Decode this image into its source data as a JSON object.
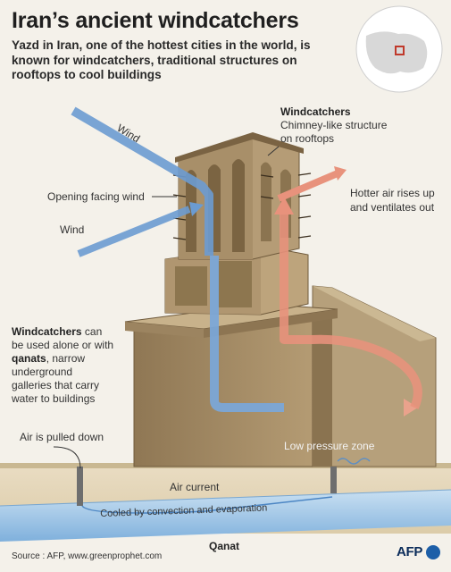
{
  "title": "Iran’s ancient windcatchers",
  "subtitle": "Yazd in Iran, one of the hottest cities in the world, is known for windcatchers, traditional structures on rooftops to cool buildings",
  "labels": {
    "wind_top": "Wind",
    "opening_facing_wind": "Opening facing wind",
    "wind_left": "Wind",
    "windcatchers_title": "Windcatchers",
    "windcatchers_desc": "Chimney-like structure on rooftops",
    "hotter_air_line1": "Hotter air rises up",
    "hotter_air_line2": "and ventilates out",
    "qanats_bold1": "Windcatchers",
    "qanats_text1": " can",
    "qanats_line2": "be used alone or with",
    "qanats_bold2": "qanats",
    "qanats_text2": ", narrow",
    "qanats_line4": "underground",
    "qanats_line5": "galleries that carry",
    "qanats_line6": "water to buildings",
    "air_pulled_down": "Air is pulled down",
    "low_pressure_zone": "Low pressure zone",
    "air_current": "Air current",
    "cooled": "Cooled by convection and evaporation",
    "qanat": "Qanat"
  },
  "footer": {
    "source": "Source : AFP, www.greenprophet.com",
    "brand": "AFP"
  },
  "colors": {
    "background": "#f4f1ea",
    "building": "#a68d68",
    "cold_air": "#6b9bd1",
    "hot_air": "#e8927c",
    "water": "#9fc7e8",
    "map_highlight": "#c0392b"
  }
}
